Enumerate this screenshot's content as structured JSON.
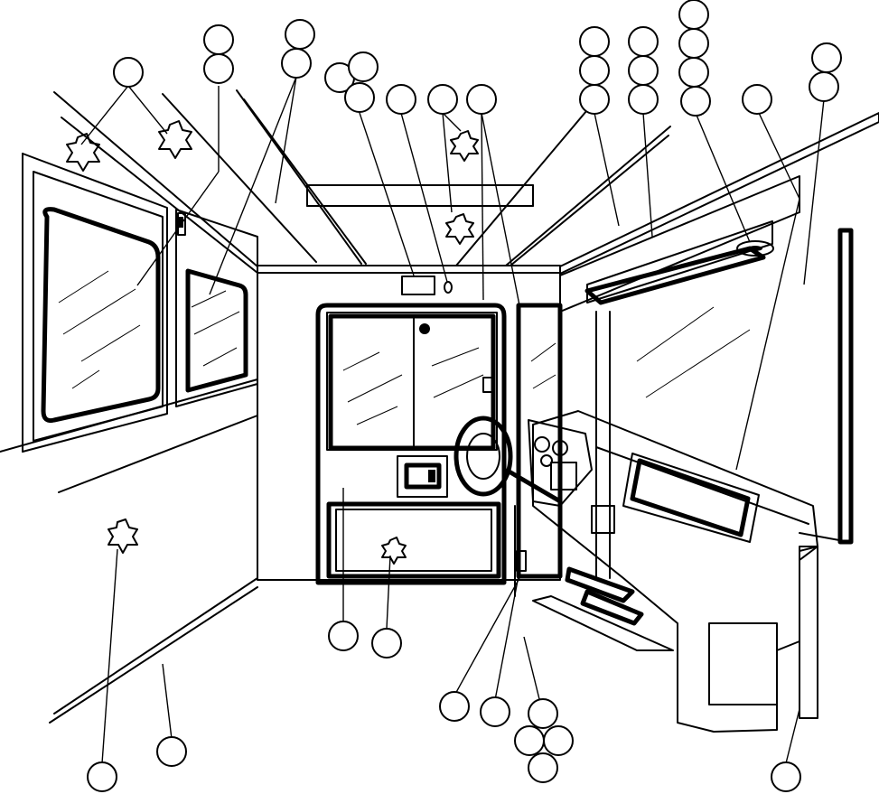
{
  "figure": {
    "type": "line-illustration",
    "subject": "vehicle-cab-interior",
    "line_color": "#000000",
    "background_color": "#ffffff",
    "callout_count": 36,
    "callout_labels_printed": false,
    "callout_groups": [
      {
        "id": "g1",
        "circles": 1
      },
      {
        "id": "g2",
        "circles": 2
      },
      {
        "id": "g3",
        "circles": 2
      },
      {
        "id": "g4",
        "circles": 3
      },
      {
        "id": "g5",
        "circles": 1
      },
      {
        "id": "g6",
        "circles": 1
      },
      {
        "id": "g7",
        "circles": 1
      },
      {
        "id": "g8",
        "circles": 3
      },
      {
        "id": "g9",
        "circles": 3
      },
      {
        "id": "g10",
        "circles": 4
      },
      {
        "id": "g11",
        "circles": 1
      },
      {
        "id": "g12",
        "circles": 2
      },
      {
        "id": "g13",
        "circles": 1
      },
      {
        "id": "g14",
        "circles": 1
      },
      {
        "id": "g15",
        "circles": 1
      },
      {
        "id": "g16",
        "circles": 1
      },
      {
        "id": "g17",
        "circles": 1
      },
      {
        "id": "g18",
        "circles": 4
      },
      {
        "id": "g19",
        "circles": 1
      },
      {
        "id": "g20",
        "circles": 1
      },
      {
        "id": "g21",
        "circles": 1
      }
    ],
    "rivet_markers": 7
  }
}
